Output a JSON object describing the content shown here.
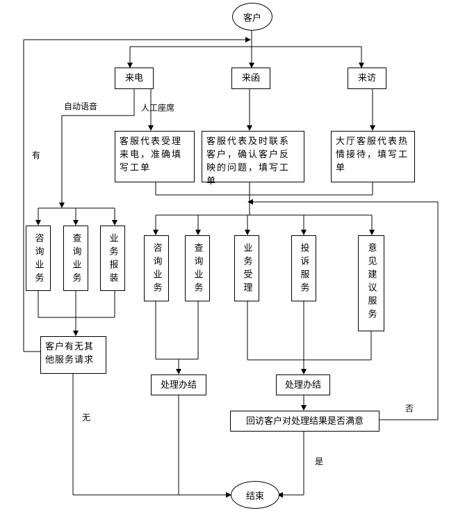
{
  "nodes": {
    "customer": "客户",
    "end": "结束",
    "call": "来电",
    "letter": "来函",
    "visit": "来访",
    "cs_call": "客服代表受理来电，准确填写工单",
    "cs_letter": "客服代表及时联系客户，确认客户反映的问题，填写工单",
    "lobby": "大厅客服代表热情接待，填写工单",
    "left_consult": "咨询业务",
    "left_query": "查询业务",
    "left_install": "业务报装",
    "mid_consult": "咨询业务",
    "mid_query": "查询业务",
    "mid_accept": "业务受理",
    "mid_complaint": "投诉服务",
    "mid_suggest": "意见建议服务",
    "other_request": "客户有无其他服务请求",
    "process1": "处理办结",
    "process2": "处理办结",
    "callback": "回访客户对处理结果是否满意"
  },
  "labels": {
    "auto_voice": "自动语音",
    "manual_seat": "人工座席",
    "yes_have": "有",
    "no_none": "无",
    "no_fou": "否",
    "yes_shi": "是"
  }
}
